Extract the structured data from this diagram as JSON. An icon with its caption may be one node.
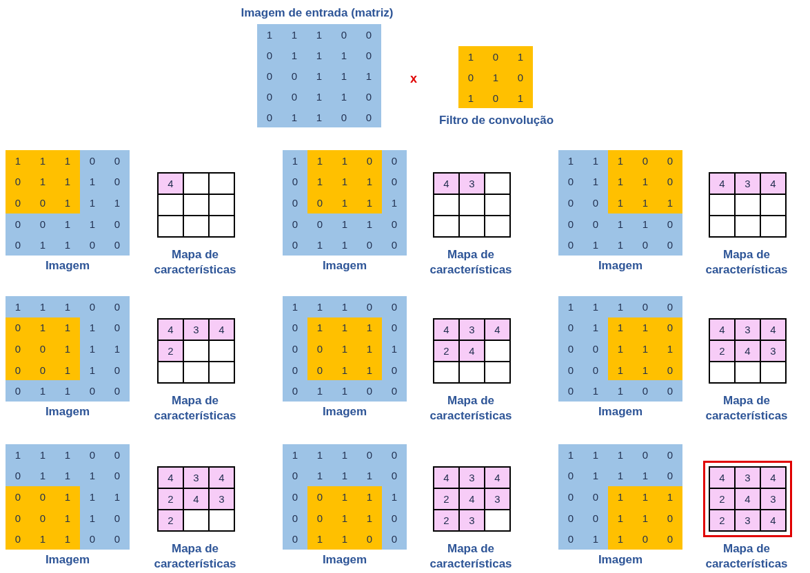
{
  "diagram": {
    "nodes": [
      {
        "text": [
          "1",
          "1",
          "1",
          "0",
          "0",
          "0",
          "1",
          "1",
          "1",
          "0",
          "0",
          "0",
          "1",
          "1",
          "1",
          "0",
          "0",
          "1",
          "1",
          "0",
          "0",
          "1",
          "1",
          "0",
          "0"
        ],
        "beside": [
          "Imagem de entrada (matriz)"
        ]
      },
      {
        "text": [
          "1",
          "0",
          "1",
          "0",
          "1",
          "0",
          "1",
          "0",
          "1"
        ],
        "beside": [
          "Filtro de convolução"
        ]
      },
      {
        "text": [
          "1",
          "1",
          "1",
          "0",
          "0",
          "0",
          "1",
          "1",
          "1",
          "0",
          "0",
          "0",
          "1",
          "1",
          "1",
          "0",
          "0",
          "1",
          "1",
          "0",
          "0",
          "1",
          "1",
          "0",
          "0"
        ],
        "beside": [
          "Imagem"
        ]
      },
      {
        "text": [
          "4"
        ],
        "beside": [
          "Mapa de características"
        ]
      },
      {
        "text": [
          "1",
          "1",
          "1",
          "0",
          "0",
          "0",
          "1",
          "1",
          "1",
          "0",
          "0",
          "0",
          "1",
          "1",
          "1",
          "0",
          "0",
          "1",
          "1",
          "0",
          "0",
          "1",
          "1",
          "0",
          "0"
        ],
        "beside": [
          "Imagem"
        ]
      },
      {
        "text": [
          "4",
          "3"
        ],
        "beside": [
          "Mapa de características"
        ]
      },
      {
        "text": [
          "1",
          "1",
          "1",
          "0",
          "0",
          "0",
          "1",
          "1",
          "1",
          "0",
          "0",
          "0",
          "1",
          "1",
          "1",
          "0",
          "0",
          "1",
          "1",
          "0",
          "0",
          "1",
          "1",
          "0",
          "0"
        ],
        "beside": [
          "Imagem"
        ]
      },
      {
        "text": [
          "4",
          "3",
          "4"
        ],
        "beside": [
          "Mapa de características"
        ]
      },
      {
        "text": [
          "1",
          "1",
          "1",
          "0",
          "0",
          "0",
          "1",
          "1",
          "1",
          "0",
          "0",
          "0",
          "1",
          "1",
          "1",
          "0",
          "0",
          "1",
          "1",
          "0",
          "0",
          "1",
          "1",
          "0",
          "0"
        ],
        "beside": [
          "Imagem"
        ]
      },
      {
        "text": [
          "4",
          "3",
          "4",
          "2"
        ],
        "beside": [
          "Mapa de características"
        ]
      },
      {
        "text": [
          "1",
          "1",
          "1",
          "0",
          "0",
          "0",
          "1",
          "1",
          "1",
          "0",
          "0",
          "0",
          "1",
          "1",
          "1",
          "0",
          "0",
          "1",
          "1",
          "0",
          "0",
          "1",
          "1",
          "0",
          "0"
        ],
        "beside": [
          "Imagem"
        ]
      },
      {
        "text": [
          "4",
          "3",
          "4",
          "2",
          "4"
        ],
        "beside": [
          "Mapa de características"
        ]
      },
      {
        "text": [
          "1",
          "1",
          "1",
          "0",
          "0",
          "0",
          "1",
          "1",
          "1",
          "0",
          "0",
          "0",
          "1",
          "1",
          "1",
          "0",
          "0",
          "1",
          "1",
          "0",
          "0",
          "1",
          "1",
          "0",
          "0"
        ],
        "beside": [
          "Imagem"
        ]
      },
      {
        "text": [
          "4",
          "3",
          "4",
          "2",
          "4",
          "3"
        ],
        "beside": [
          "Mapa de características"
        ]
      },
      {
        "text": [
          "1",
          "1",
          "1",
          "0",
          "0",
          "0",
          "1",
          "1",
          "1",
          "0",
          "0",
          "0",
          "1",
          "1",
          "1",
          "0",
          "0",
          "1",
          "1",
          "0",
          "0",
          "1",
          "1",
          "0",
          "0"
        ],
        "beside": [
          "Imagem"
        ]
      },
      {
        "text": [
          "4",
          "3",
          "4",
          "2",
          "4",
          "3",
          "2"
        ],
        "beside": [
          "Mapa de características"
        ]
      },
      {
        "text": [
          "1",
          "1",
          "1",
          "0",
          "0",
          "0",
          "1",
          "1",
          "1",
          "0",
          "0",
          "0",
          "1",
          "1",
          "1",
          "0",
          "0",
          "1",
          "1",
          "0",
          "0",
          "1",
          "1",
          "0",
          "0"
        ],
        "beside": [
          "Imagem"
        ]
      },
      {
        "text": [
          "4",
          "3",
          "4",
          "2",
          "4",
          "3",
          "2",
          "3"
        ],
        "beside": [
          "Mapa de características"
        ]
      },
      {
        "text": [
          "1",
          "1",
          "1",
          "0",
          "0",
          "0",
          "1",
          "1",
          "1",
          "0",
          "0",
          "0",
          "1",
          "1",
          "1",
          "0",
          "0",
          "1",
          "1",
          "0",
          "0",
          "1",
          "1",
          "0",
          "0"
        ],
        "beside": [
          "Imagem"
        ]
      },
      {
        "text": [
          "4",
          "3",
          "4",
          "2",
          "4",
          "3",
          "2",
          "3",
          "4"
        ],
        "beside": [
          "Mapa de características"
        ]
      }
    ],
    "labels": [
      "x"
    ]
  }
}
